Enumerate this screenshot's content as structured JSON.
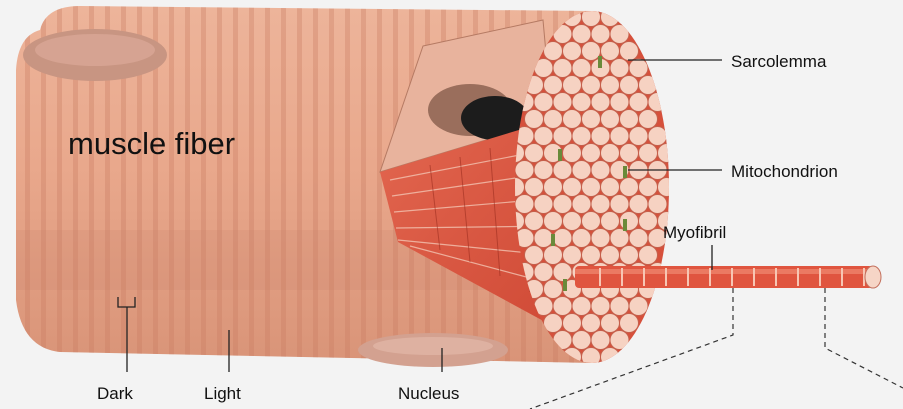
{
  "diagram": {
    "title": "muscle fiber",
    "labels": {
      "sarcolemma": "Sarcolemma",
      "mitochondrion": "Mitochondrion",
      "myofibril": "Myofibril",
      "dark": "Dark",
      "light": "Light",
      "nucleus": "Nucleus"
    },
    "colors": {
      "fiber_body": "#e8a48a",
      "fiber_stripe": "#cf8467",
      "myofibril": "#e0553f",
      "myofibril_end": "#f6d5c6",
      "mitochondrion": "#6a8a3a",
      "background": "#f3f3f3"
    }
  }
}
